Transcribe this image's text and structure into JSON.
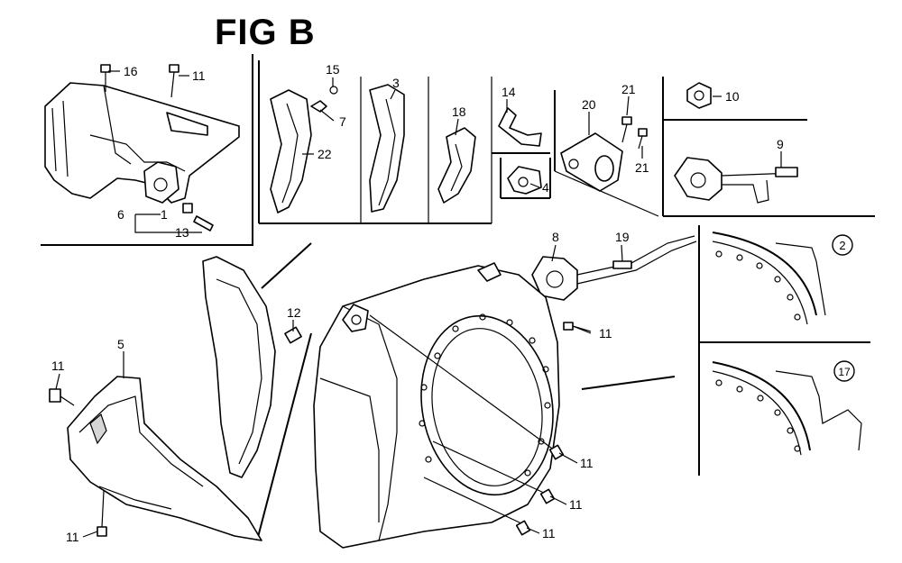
{
  "title": "FIG B",
  "callouts": [
    {
      "text": "16"
    },
    {
      "text": "11"
    },
    {
      "text": "15"
    },
    {
      "text": "7"
    },
    {
      "text": "22"
    },
    {
      "text": "3"
    },
    {
      "text": "18"
    },
    {
      "text": "14"
    },
    {
      "text": "4"
    },
    {
      "text": "20"
    },
    {
      "text": "21"
    },
    {
      "text": "21"
    },
    {
      "text": "10"
    },
    {
      "text": "9"
    },
    {
      "text": "6"
    },
    {
      "text": "1"
    },
    {
      "text": "13"
    },
    {
      "text": "8"
    },
    {
      "text": "19"
    },
    {
      "text": "11"
    },
    {
      "text": "12"
    },
    {
      "text": "5"
    },
    {
      "text": "11"
    },
    {
      "text": "11"
    },
    {
      "text": "11"
    },
    {
      "text": "11"
    },
    {
      "text": "11"
    }
  ],
  "circled": [
    {
      "text": "2"
    },
    {
      "text": "17"
    }
  ]
}
